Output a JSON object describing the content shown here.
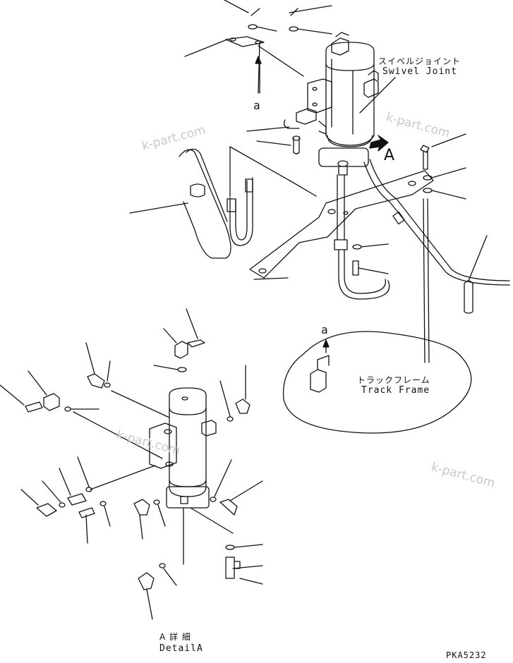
{
  "labels": {
    "swivel_jp": "スイベルジョイント",
    "swivel_en": "Swivel Joint",
    "track_jp": "トラックフレーム",
    "track_en": "Track Frame",
    "detail_jp": "A 詳 細",
    "detail_en": "DetailA",
    "view_a": "A",
    "ref_a_top": "a",
    "ref_a_detail": "a",
    "part_code": "PKA5232"
  },
  "watermarks": [
    "k-part.com",
    "k-part.com",
    "k-part.com",
    "k-part.com"
  ]
}
